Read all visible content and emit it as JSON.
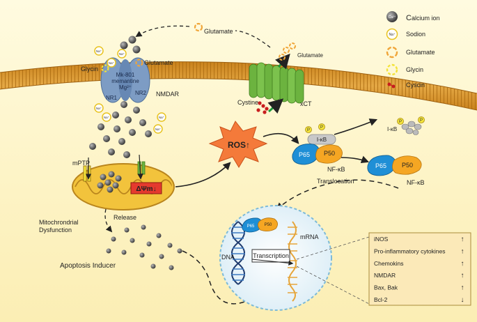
{
  "legend": {
    "ca_symbol": "Ca²⁺",
    "ca_label_first": "C",
    "ca_label_rest": "alcium ion",
    "na_symbol": "Na⁺",
    "sodium_label": "Sodion",
    "glutamate_label": "Glutamate",
    "glycin_label": "Glycin",
    "cyscin_label": "Cyscin"
  },
  "membrane": {
    "nmdar_label": "NMDAR",
    "nr1_label": "NR1",
    "nr2_label": "NR2",
    "blocker_line1": "Mk-801",
    "blocker_line2": "memantine",
    "blocker_line3": "Mg²⁺",
    "glycin_label": "Glycin",
    "glutamate_receptor_label": "Glutamate",
    "glutamate_top_label": "Glutamate",
    "glutamate_xct_label": "Glutamate",
    "cystine_label": "Cystine",
    "xct_label": "xCT"
  },
  "mito": {
    "mptp_label": "mPTP",
    "delta_label": "ΔΨm↓",
    "dysfunction_line1": "Mitochrondrial",
    "dysfunction_line2": "Dysfunction",
    "release_label": "Release",
    "apoptosis_label": "Apoptosis Inducer"
  },
  "ros": {
    "label": "ROS↑"
  },
  "nfkb": {
    "p_label": "P",
    "ikb_label": "I-κB",
    "p65_label": "P65",
    "p50_label": "P50",
    "nfkb_label": "NF-κB",
    "ikb_free_label": "I-κB",
    "translocation_label": "Translocation"
  },
  "nucleus": {
    "dna_label": "DNA",
    "mrna_label": "mRNA",
    "transcription_label": "Transcription"
  },
  "targets": [
    {
      "name": "iNOS",
      "arrow": "↑"
    },
    {
      "name": "Pro-inflammatory cytokines",
      "arrow": "↑"
    },
    {
      "name": "Chemokins",
      "arrow": "↑"
    },
    {
      "name": "NMDAR",
      "arrow": "↑"
    },
    {
      "name": "Bax, Bak",
      "arrow": "↑"
    },
    {
      "name": "Bcl-2",
      "arrow": "↓"
    }
  ],
  "colors": {
    "membrane": "#d99a2b",
    "membrane_dark": "#b8771a",
    "receptor_blue": "#7d9cc4",
    "transporter_green": "#6cb33f",
    "ros_fill": "#f47a3a",
    "p65_blue": "#1f8fd6",
    "p50_orange": "#f5a623",
    "mito_fill": "#f2c33c",
    "alert_red": "#e53a2e"
  }
}
